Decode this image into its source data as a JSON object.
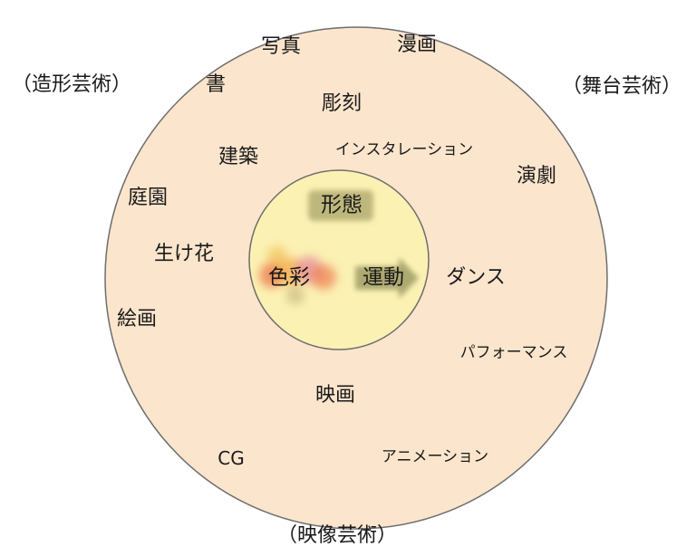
{
  "diagram": {
    "outer_labels": {
      "zokei": "（造形芸術）",
      "butai": "（舞台芸術）",
      "eizo": "（映像芸術）"
    },
    "items": {
      "shashin": "写真",
      "manga": "漫画",
      "sho": "書",
      "chokoku": "彫刻",
      "installation": "インスタレーション",
      "kenchiku": "建築",
      "engeki": "演劇",
      "teien": "庭園",
      "ikebana": "生け花",
      "dance": "ダンス",
      "kaiga": "絵画",
      "performance": "パフォーマンス",
      "eiga": "映画",
      "cg": "CG",
      "animation": "アニメーション"
    },
    "core": {
      "keitai": "形態",
      "shikisai": "色彩",
      "undo": "運動"
    },
    "colors": {
      "outer_fill": "#fbe5cc",
      "inner_fill": "#fbf1b3",
      "stroke": "#6e6e6e",
      "keitai_mark": "#8c8750",
      "color_blobs": [
        "#f4a742",
        "#ee7d4f",
        "#e58b9b",
        "#f2c260",
        "#b9a773"
      ],
      "arrow": "#8b8a55"
    }
  }
}
